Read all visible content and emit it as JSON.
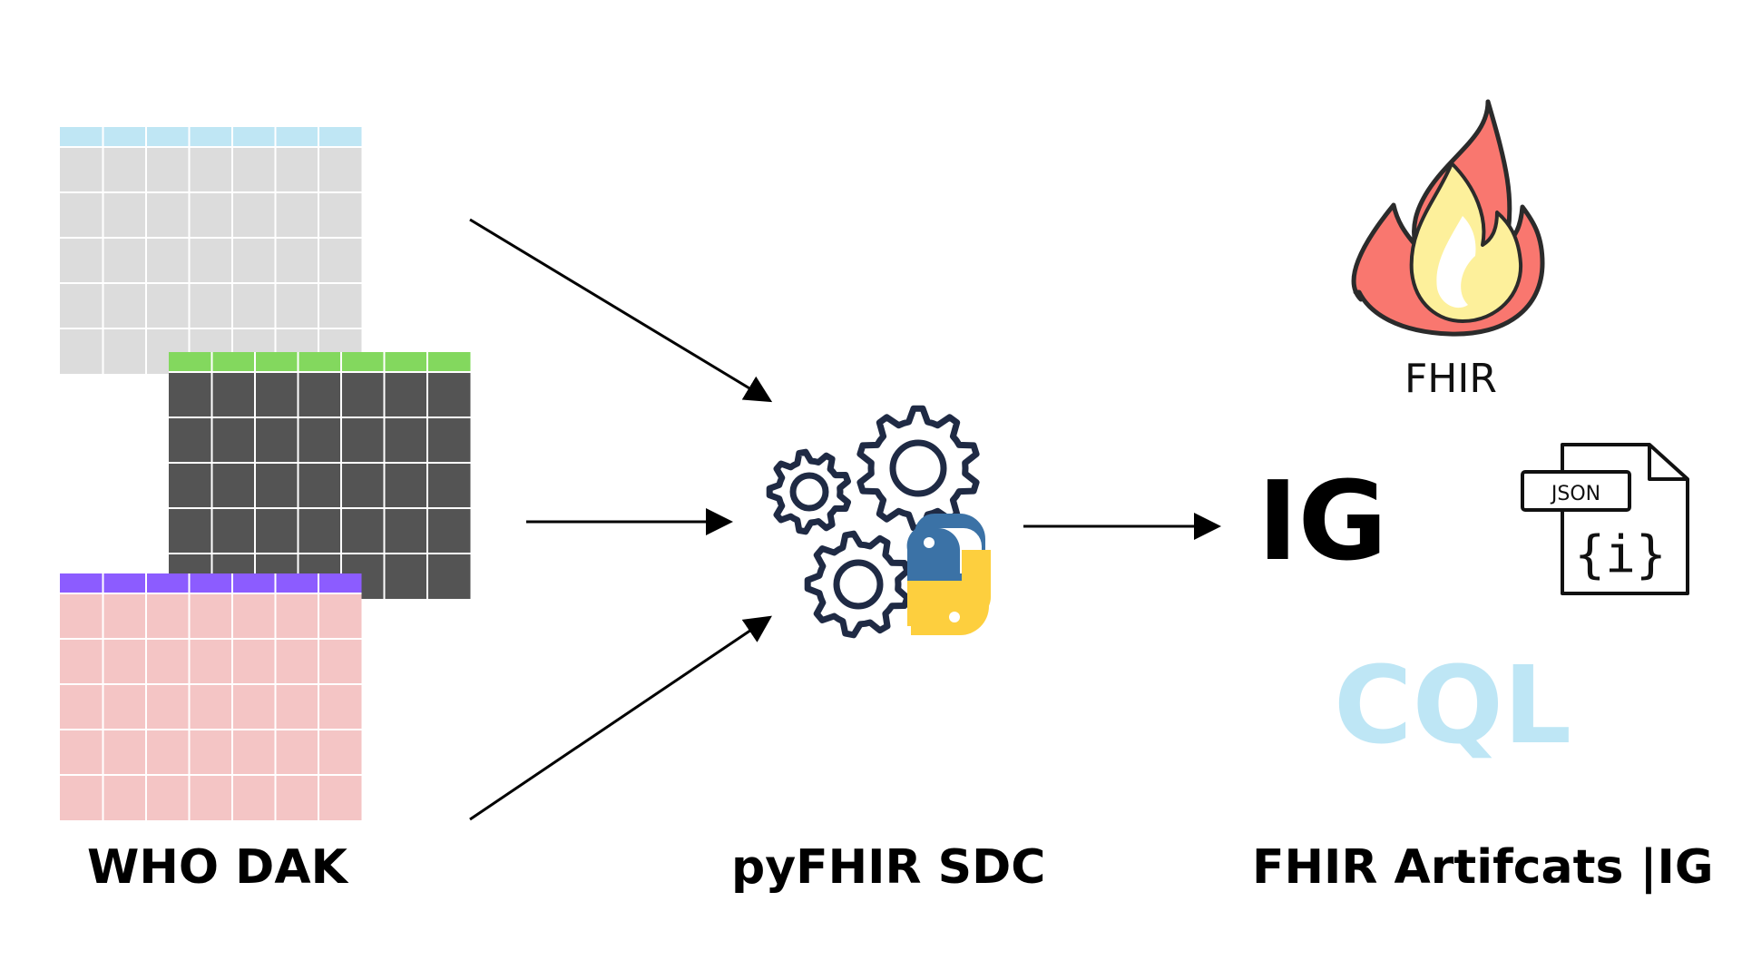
{
  "source_group": {
    "label": "WHO DAK",
    "tables": [
      {
        "header_color": "#bfe6f4",
        "body_color": "#dcdcdc",
        "grid_color": "#ffffff"
      },
      {
        "header_color": "#83d85e",
        "body_color": "#545454",
        "grid_color": "#ffffff"
      },
      {
        "header_color": "#8c5cff",
        "body_color": "#f4c5c5",
        "grid_color": "#ffffff"
      }
    ]
  },
  "processor": {
    "label": "pyFHIR SDC",
    "icons": [
      "gears-icon",
      "python-logo-icon"
    ],
    "gear_color": "#1f2a44",
    "python_blue": "#3b72a6",
    "python_yellow": "#fdcf3e"
  },
  "outputs": {
    "label": "FHIR Artifcats |IG",
    "fhir_label": "FHIR",
    "ig_label": "IG",
    "json_label": "JSON",
    "json_symbol": "{i}",
    "cql_label": "CQL",
    "cql_color": "#bee6f5",
    "flame_outer": "#f9776f",
    "flame_inner": "#fdf09b"
  }
}
